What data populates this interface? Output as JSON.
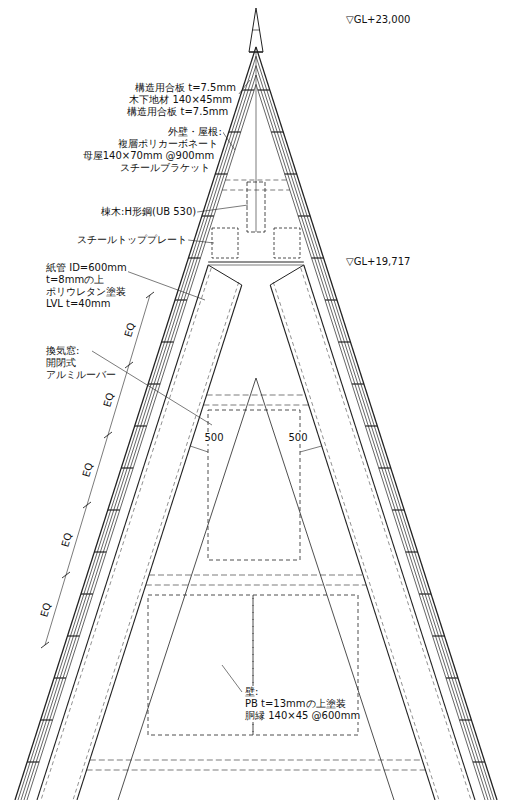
{
  "diagram": {
    "labels": [
      "▽GL+23,000",
      "構造用合板 t=7.5mm",
      "木下地材 140×45mm",
      "構造用合板 t=7.5mm",
      "外壁・屋根:",
      "複層ポリカーボネート",
      "母屋140×70mm @900mm",
      "スチールブラケット",
      "棟木:H形鋼(UB 530)",
      "スチールトッププレート",
      "▽GL+19,717",
      "紙管 ID=600mm",
      "t=8mmの上",
      "ポリウレタン塗装",
      "LVL t=40mm",
      "換気窓:",
      "開閉式",
      "アルミルーバー",
      "EQ",
      "EQ",
      "EQ",
      "EQ",
      "EQ",
      "500",
      "500",
      "壁:",
      "PB t=13mmの上塗装",
      "胴縁 140×45 @600mm"
    ]
  }
}
